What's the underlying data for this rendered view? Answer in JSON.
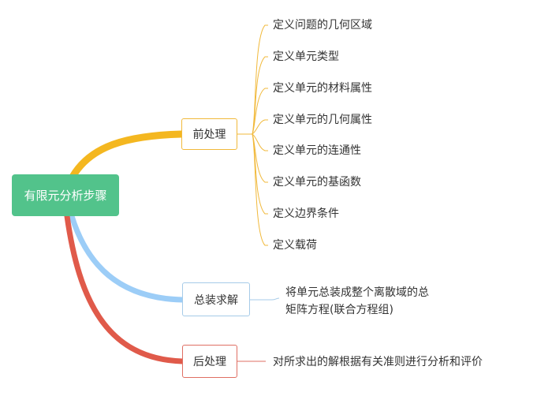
{
  "root": {
    "label": "有限元分析步骤"
  },
  "branches": {
    "pre": {
      "label": "前处理",
      "color": "#f4b720",
      "items": [
        "定义问题的几何区域",
        "定义单元类型",
        "定义单元的材料属性",
        "定义单元的几何属性",
        "定义单元的连通性",
        "定义单元的基函数",
        "定义边界条件",
        "定义载荷"
      ]
    },
    "assembly": {
      "label": "总装求解",
      "color": "#9ccdf7",
      "detail_lines": [
        "将单元总装成整个离散域的总",
        "矩阵方程(联合方程组)"
      ]
    },
    "post": {
      "label": "后处理",
      "color": "#e05a4a",
      "detail": "对所求出的解根据有关准则进行分析和评价"
    }
  }
}
